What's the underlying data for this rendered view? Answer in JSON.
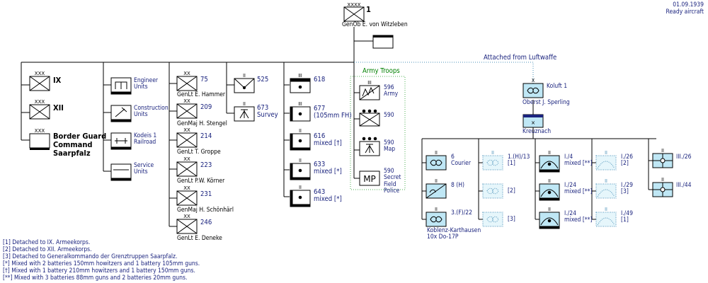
{
  "header": {
    "date": "01.09.1939",
    "status": "Ready aircraft"
  },
  "hq": {
    "number": "1",
    "commander": "GenOb  E. von Witzleben",
    "echelon": "XXXX"
  },
  "luftwaffe_label": "Attached from Luftwaffe",
  "corps": [
    {
      "name": "IX",
      "echelon": "XXX"
    },
    {
      "name": "XII",
      "echelon": "XXX"
    },
    {
      "name": "Border Guard\nCommand\nSaarpfalz",
      "echelon": "XXX"
    }
  ],
  "support": [
    {
      "label": "Engineer\nUnits"
    },
    {
      "label": "Construction\nUnits"
    },
    {
      "label": "Kodeis 1\nRailroad"
    },
    {
      "label": "Service\nUnits"
    }
  ],
  "divisions": [
    {
      "number": "75",
      "commander": "GenLt  E. Hammer"
    },
    {
      "number": "209",
      "commander": "GenMaj  H. Stengel"
    },
    {
      "number": "214",
      "commander": "GenLt  T. Groppe"
    },
    {
      "number": "223",
      "commander": "GenLt  P.W. Körner"
    },
    {
      "number": "231",
      "commander": "GenMaj  H. Schönhärl"
    },
    {
      "number": "246",
      "commander": "GenLt  E. Deneke"
    }
  ],
  "observation": [
    {
      "label": "525"
    },
    {
      "label": "673\nSurvey"
    }
  ],
  "artillery": [
    {
      "label": "618"
    },
    {
      "label": "677\n(105mm FH)"
    },
    {
      "label": "616\nmixed [†]"
    },
    {
      "label": "633\nmixed [*]"
    },
    {
      "label": "643\nmixed [*]"
    }
  ],
  "army_troops": {
    "title": "Army Troops",
    "units": [
      {
        "label": "596\nArmy"
      },
      {
        "label": "590"
      },
      {
        "label": "590\nMap"
      },
      {
        "label": "590\nSecret\nField\nPolice",
        "symbol_text": "MP"
      }
    ]
  },
  "kofluft": {
    "label": "Koluft 1",
    "commander": "Oberst  J. Sperling",
    "echelon": "X",
    "base": "Kreuznach"
  },
  "recon": [
    {
      "label": "6\nCourier"
    },
    {
      "label": "8 (H)"
    },
    {
      "label": "3.(F)/22",
      "note": "Koblenz-Karthausen\n10x Do-17P"
    }
  ],
  "recon_attached": [
    {
      "label": "1.(H)/13\n[1]"
    },
    {
      "label": "[2]"
    },
    {
      "label": "[3]"
    }
  ],
  "flak": [
    {
      "label": "I./4\nmixed [**]"
    },
    {
      "label": "I./24\nmixed [**]"
    },
    {
      "label": "I./24\nmixed [**]"
    }
  ],
  "flak_attached": [
    {
      "label": "I./26\n[2]"
    },
    {
      "label": "I./29\n[3]"
    },
    {
      "label": "I./49\n[1]"
    }
  ],
  "signals": [
    {
      "label": "III./26"
    },
    {
      "label": "III./44"
    }
  ],
  "footnotes": [
    "[1] Detached to IX. Armeekorps.",
    "[2] Detached to XII. Armeekorps.",
    "[3] Detached to Generalkommando der Grenztruppen Saarpfalz.",
    "[*] Mixed with 2 batteries 150mm howitzers and 1 battery 105mm guns.",
    "[†] Mixed with 1 battery 210mm howitzers and 1 battery 150mm guns.",
    "[**] Mixed with 3 batteries 88mm guns and 2 batteries 20mm guns."
  ]
}
